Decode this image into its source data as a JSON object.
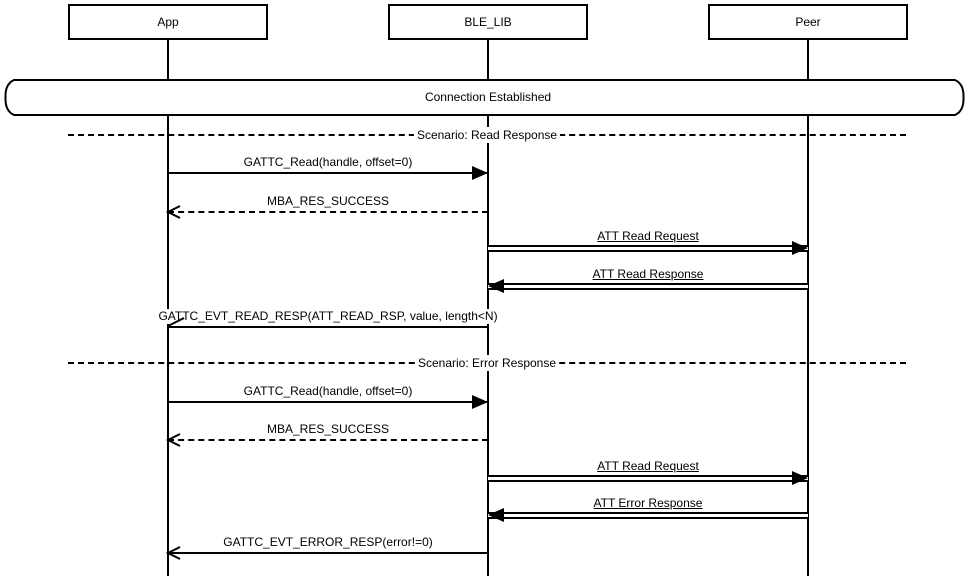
{
  "diagram_type": "uml-sequence-diagram",
  "colors": {
    "ink": "#000000",
    "paper": "#ffffff"
  },
  "actors": [
    {
      "label": "App"
    },
    {
      "label": "BLE_LIB"
    },
    {
      "label": "Peer"
    }
  ],
  "banner": {
    "label": "Connection Established"
  },
  "dividers": [
    {
      "label": "Scenario: Read Response"
    },
    {
      "label": "Scenario: Error Response"
    }
  ],
  "messages": [
    {
      "label": "GATTC_Read(handle, offset=0)",
      "from": "App",
      "to": "BLE_LIB",
      "line": "solid",
      "arrowhead": "filled"
    },
    {
      "label": "MBA_RES_SUCCESS",
      "from": "BLE_LIB",
      "to": "App",
      "line": "dashed",
      "arrowhead": "open"
    },
    {
      "label": "ATT Read Request",
      "from": "BLE_LIB",
      "to": "Peer",
      "line": "double",
      "arrowhead": "filled"
    },
    {
      "label": "ATT Read Response",
      "from": "Peer",
      "to": "BLE_LIB",
      "line": "double",
      "arrowhead": "filled"
    },
    {
      "label": "GATTC_EVT_READ_RESP(ATT_READ_RSP, value, length<N)",
      "from": "BLE_LIB",
      "to": "App",
      "line": "solid",
      "arrowhead": "half-open"
    },
    {
      "label": "GATTC_Read(handle, offset=0)",
      "from": "App",
      "to": "BLE_LIB",
      "line": "solid",
      "arrowhead": "filled"
    },
    {
      "label": "MBA_RES_SUCCESS",
      "from": "BLE_LIB",
      "to": "App",
      "line": "dashed",
      "arrowhead": "open"
    },
    {
      "label": "ATT Read Request",
      "from": "BLE_LIB",
      "to": "Peer",
      "line": "double",
      "arrowhead": "filled"
    },
    {
      "label": "ATT Error Response",
      "from": "Peer",
      "to": "BLE_LIB",
      "line": "double",
      "arrowhead": "filled"
    },
    {
      "label": "GATTC_EVT_ERROR_RESP(error!=0)",
      "from": "BLE_LIB",
      "to": "App",
      "line": "solid",
      "arrowhead": "open"
    }
  ]
}
